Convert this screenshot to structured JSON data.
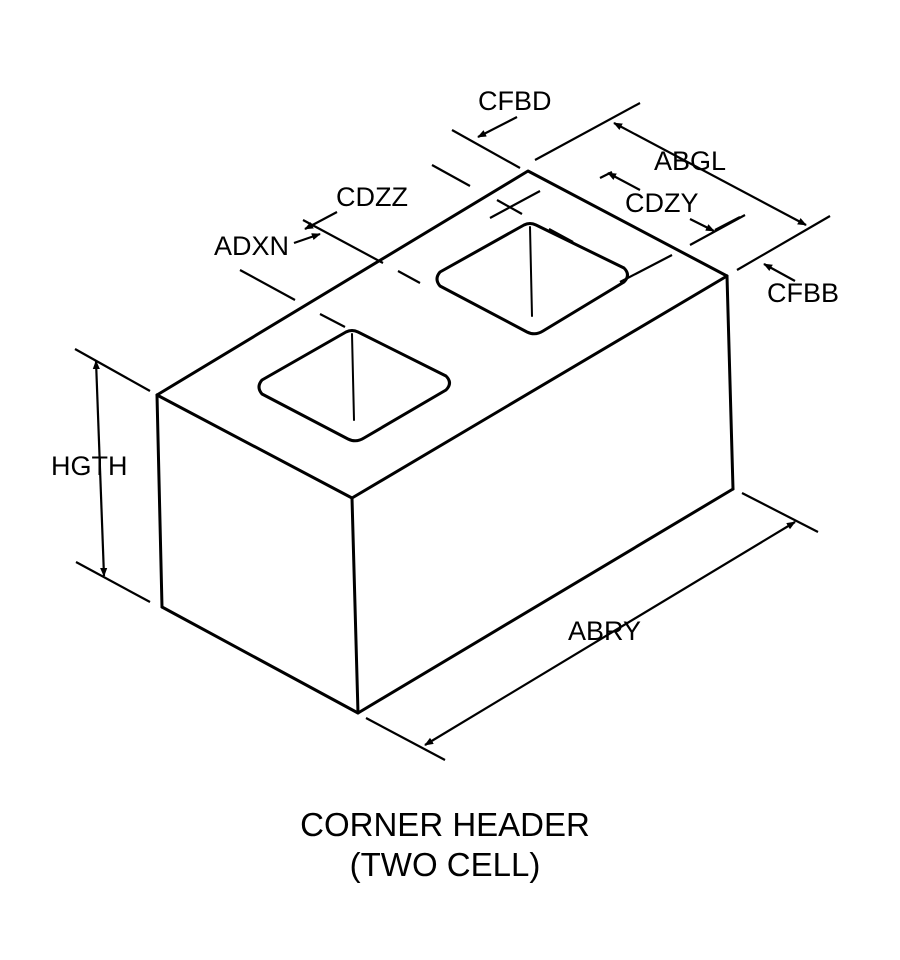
{
  "labels": {
    "cfbd": "CFBD",
    "abgl": "ABGL",
    "cdzz": "CDZZ",
    "cdzy": "CDZY",
    "adxn": "ADXN",
    "cfbb": "CFBB",
    "hgth": "HGTH",
    "abry": "ABRY"
  },
  "caption": {
    "line1": "CORNER HEADER",
    "line2": "(TWO CELL)"
  }
}
